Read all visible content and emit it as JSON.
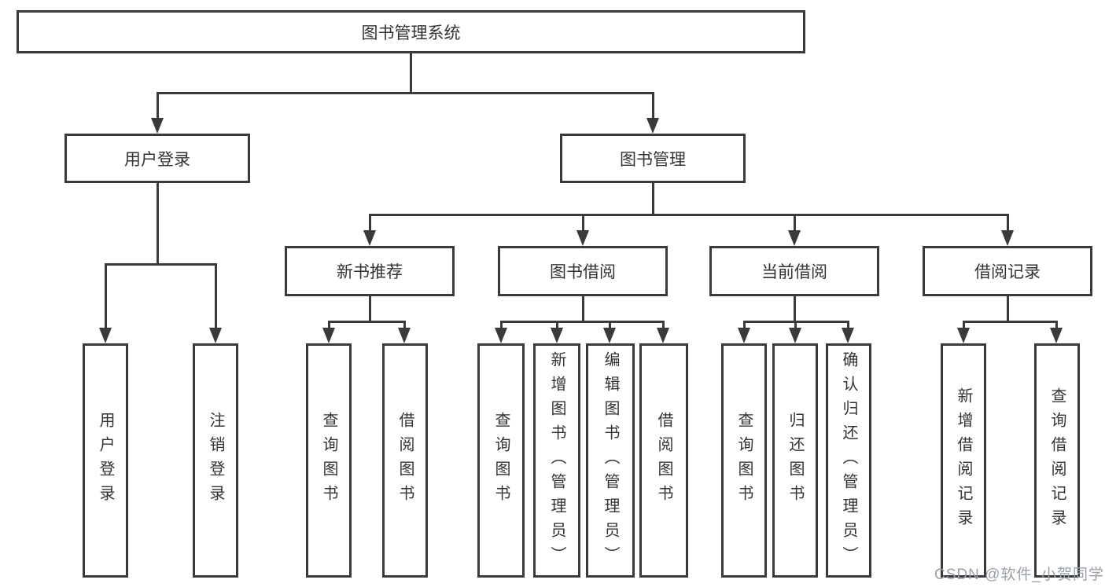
{
  "diagram": {
    "title": "图书管理系统",
    "watermark": "CSDN @软件_小贺同学",
    "colors": {
      "line": "#3a3a3a",
      "border": "#3a3a3a",
      "text": "#333333",
      "box_background": "#ffffff",
      "watermark": "#9aa0a8"
    }
  },
  "nodes": {
    "root": {
      "label": "图书管理系统"
    },
    "level2": [
      {
        "label": "用户登录"
      },
      {
        "label": "图书管理"
      }
    ],
    "level3": [
      {
        "label": "新书推荐"
      },
      {
        "label": "图书借阅"
      },
      {
        "label": "当前借阅"
      },
      {
        "label": "借阅记录"
      }
    ],
    "leaves": {
      "user_login": [
        "用户登录",
        "注销登录"
      ],
      "new_book": [
        "查询图书",
        "借阅图书"
      ],
      "book_borrow": [
        "查询图书",
        "新增图书（管理员）",
        "编辑图书（管理员）",
        "借阅图书"
      ],
      "current_borrow": [
        "查询图书",
        "归还图书",
        "确认归还（管理员）"
      ],
      "borrow_records": [
        "新增借阅记录",
        "查询借阅记录"
      ]
    }
  }
}
